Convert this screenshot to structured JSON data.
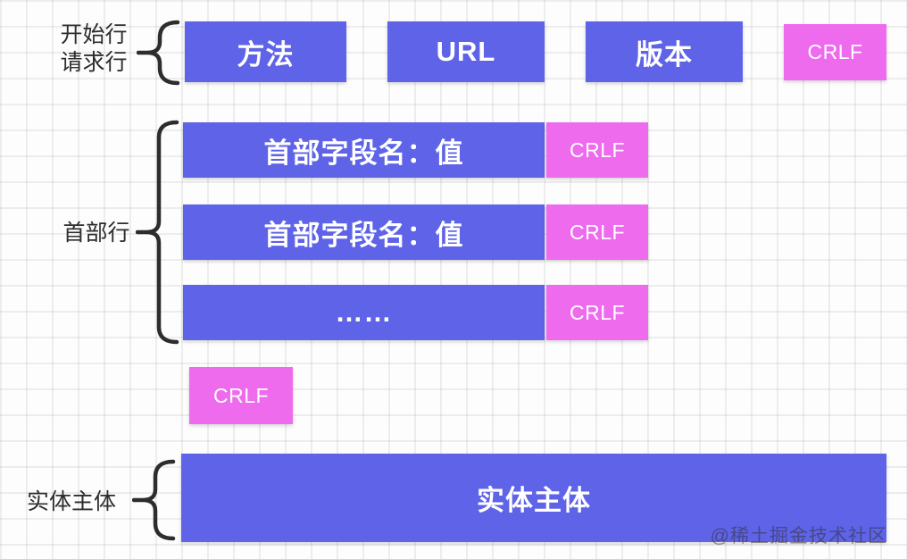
{
  "colors": {
    "box_purple": "#5e63e7",
    "box_pink": "#ee6bee",
    "ink": "#2d2d2d"
  },
  "request_line": {
    "label_line1": "开始行",
    "label_line2": "请求行",
    "boxes": {
      "method": "方法",
      "url": "URL",
      "version": "版本",
      "crlf": "CRLF"
    }
  },
  "header_lines": {
    "label": "首部行",
    "rows": [
      {
        "field": "首部字段名：值",
        "crlf": "CRLF"
      },
      {
        "field": "首部字段名：值",
        "crlf": "CRLF"
      },
      {
        "field": "……",
        "crlf": "CRLF"
      }
    ]
  },
  "blank_line": {
    "crlf": "CRLF"
  },
  "entity_body": {
    "label": "实体主体",
    "content": "实体主体"
  },
  "watermark": "@稀土掘金技术社区"
}
